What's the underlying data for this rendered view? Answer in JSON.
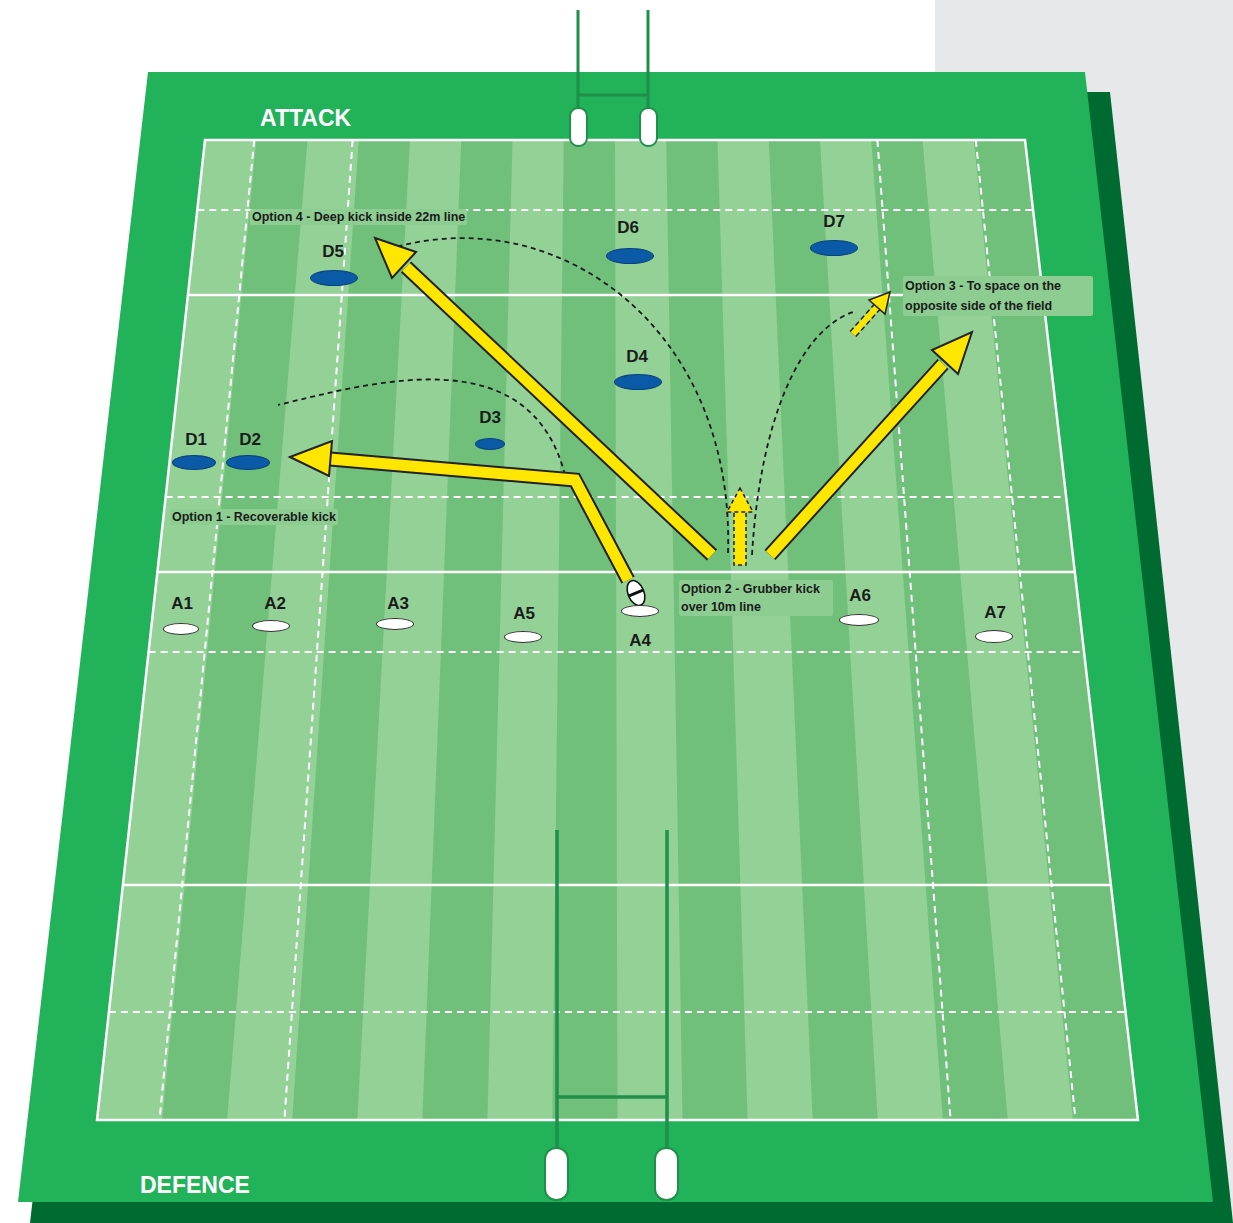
{
  "diagram": {
    "nodes": [
      {
        "text": [
          "D5"
        ]
      },
      {
        "text": [
          "D6"
        ]
      },
      {
        "text": [
          "D7"
        ]
      },
      {
        "text": [
          "D4"
        ]
      },
      {
        "text": [
          "D3"
        ]
      },
      {
        "text": [
          "D1"
        ]
      },
      {
        "text": [
          "D2"
        ]
      },
      {
        "text": [
          "A1"
        ]
      },
      {
        "text": [
          "A2"
        ]
      },
      {
        "text": [
          "A3"
        ]
      },
      {
        "text": [
          "A5"
        ]
      },
      {
        "text": [
          "A4"
        ]
      },
      {
        "text": [
          "A6"
        ]
      },
      {
        "text": [
          "A7"
        ]
      }
    ],
    "labels": [
      "ATTACK",
      "Option 4 - Deep kick inside 22m line",
      "Option 3 - To space on the opposite side of the field",
      "Option 1 - Recoverable kick",
      "Option 2 - Grubber kick over 10m line",
      "DEFENCE"
    ]
  }
}
